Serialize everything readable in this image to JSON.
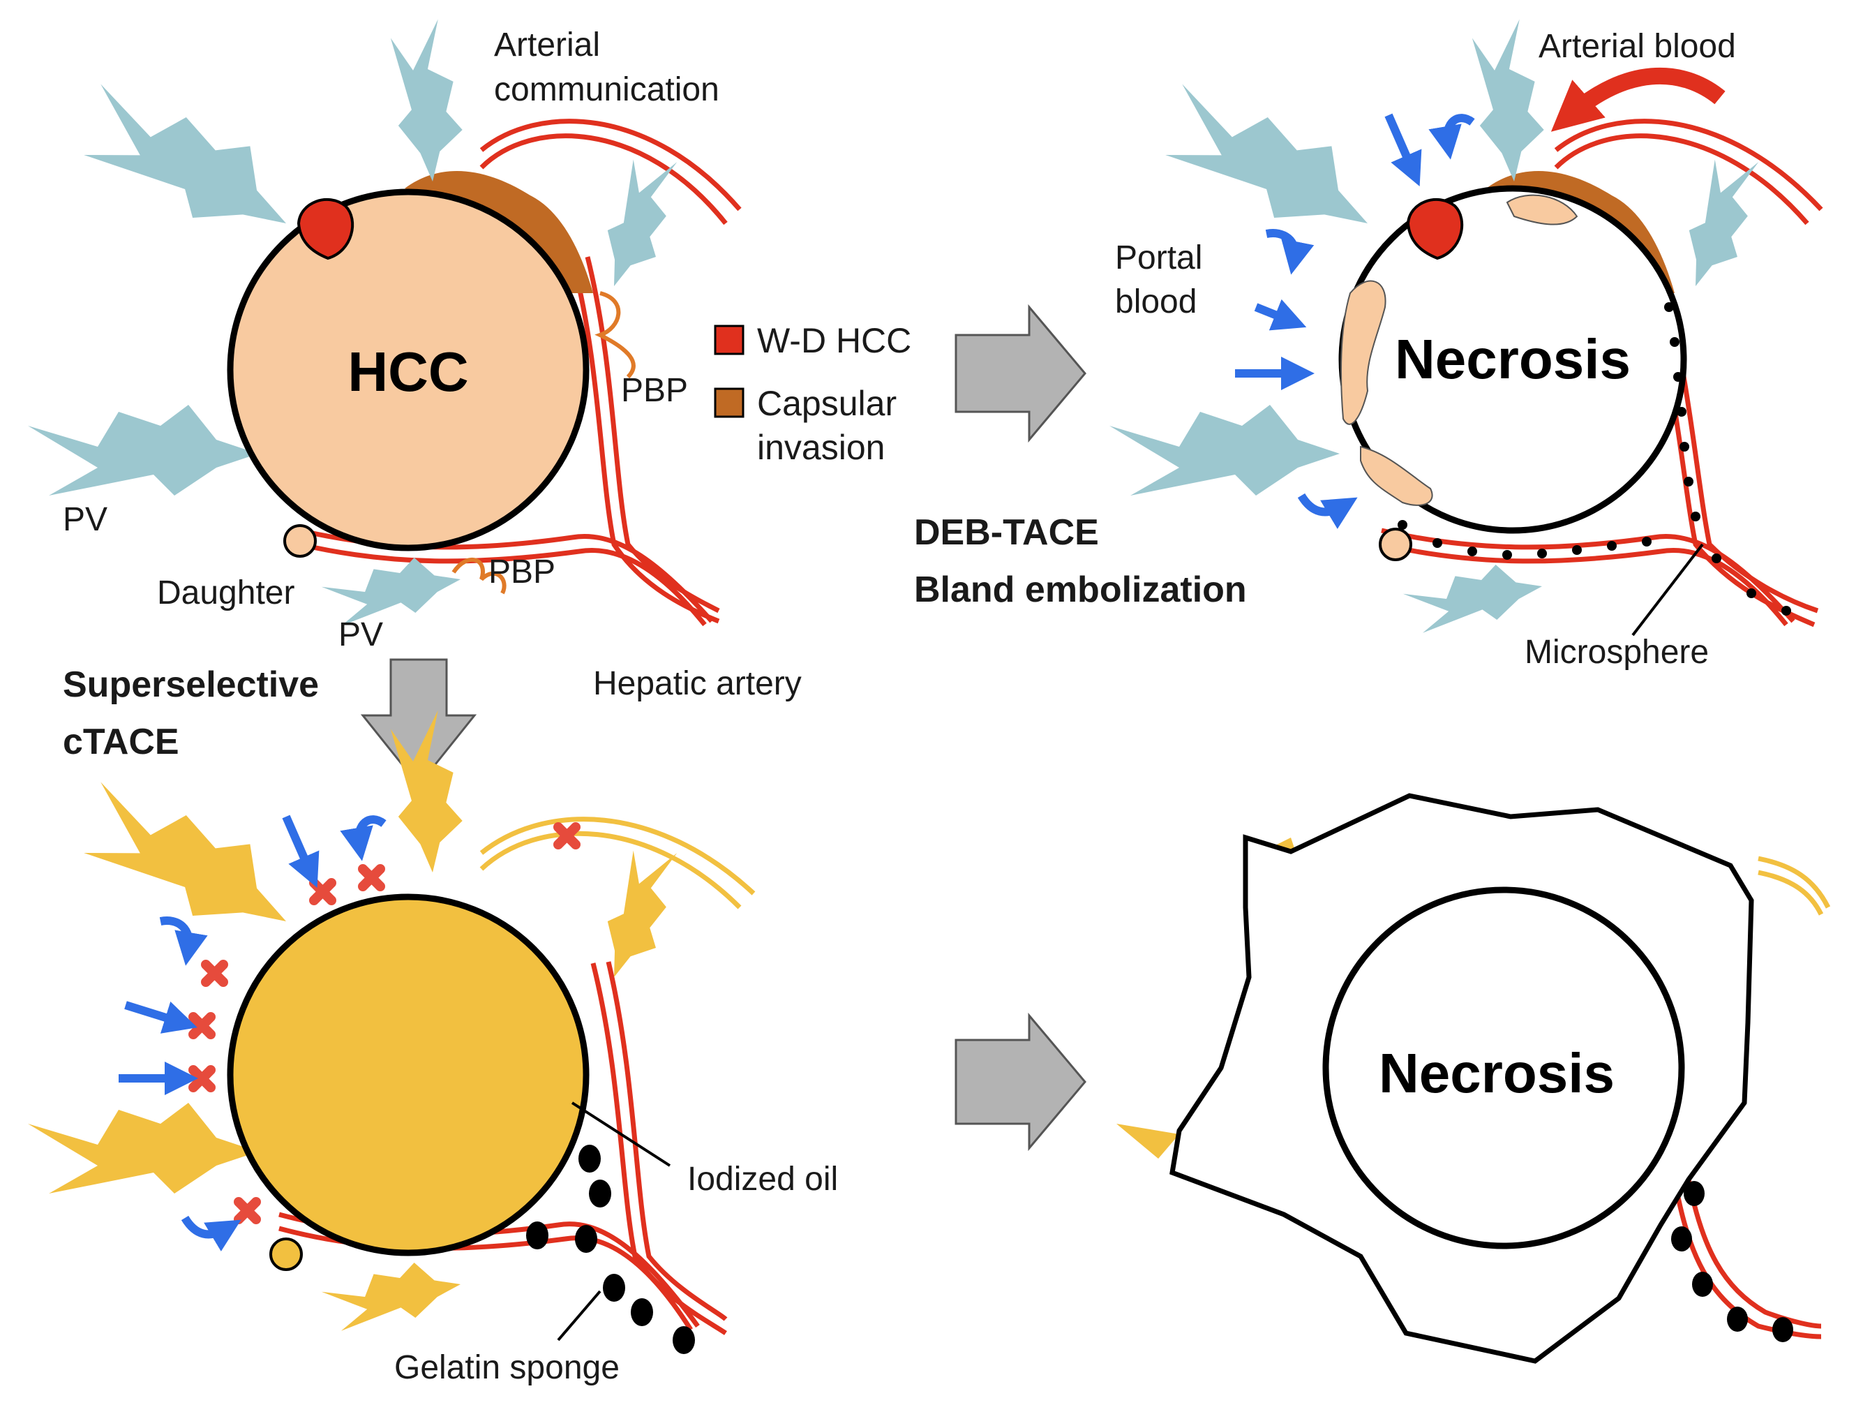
{
  "colors": {
    "tumor_fill": "#f8caa0",
    "oil_fill": "#f2c040",
    "artery": "#e0301e",
    "portal_vein": "#9cc7cf",
    "portal_vein_oil": "#f2c040",
    "wd_hcc": "#e0301e",
    "capsular_invasion": "#c06a24",
    "blue_arrow": "#2f6ee6",
    "x_mark": "#e64b3c",
    "big_arrow": "#b3b3b3",
    "outline": "#000000"
  },
  "labels": {
    "hcc": "HCC",
    "arterial_communication_line1": "Arterial",
    "arterial_communication_line2": "communication",
    "pbp_upper": "PBP",
    "pbp_lower": "PBP",
    "pv_upper": "PV",
    "pv_lower": "PV",
    "daughter": "Daughter",
    "hepatic_artery": "Hepatic artery",
    "superselective_line1": "Superselective",
    "superselective_line2": "cTACE",
    "deb_line1": "DEB-TACE",
    "deb_line2": "Bland embolization",
    "portal_blood_line1": "Portal",
    "portal_blood_line2": "blood",
    "arterial_blood": "Arterial blood",
    "necrosis_top": "Necrosis",
    "necrosis_bottom": "Necrosis",
    "microsphere": "Microsphere",
    "iodized_oil": "Iodized oil",
    "gelatin_sponge": "Gelatin sponge"
  },
  "legend": {
    "items": [
      {
        "label": "W-D HCC",
        "color": "#e0301e"
      },
      {
        "label_line1": "Capsular",
        "label_line2": "invasion",
        "color": "#c06a24"
      }
    ]
  },
  "icons": [
    "right-arrow-icon",
    "down-arrow-icon",
    "curved-arrow-icon",
    "x-mark-icon"
  ]
}
